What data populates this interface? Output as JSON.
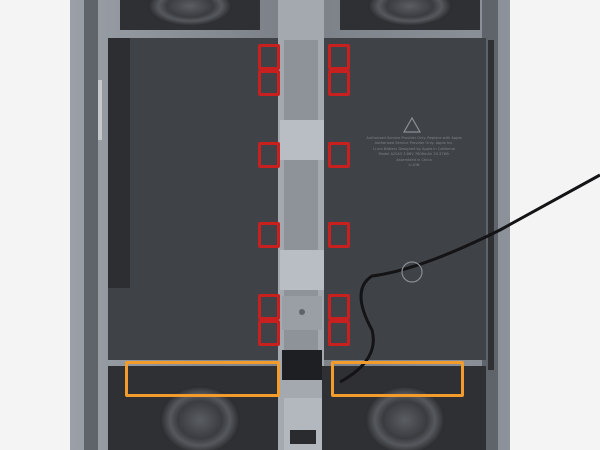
{
  "photo": {
    "subject": "tablet-internals-battery-adhesive",
    "colors": {
      "chassis": "#7b7f86",
      "battery": "#3d4045",
      "board": "#2b2d31",
      "speaker": "#2a2b2e",
      "cable": "#141416"
    }
  },
  "markers": {
    "strip_color": "#c8201e",
    "bar_color": "#f39c2b"
  },
  "battery_label": {
    "lines": [
      "Authorized Service Provider Only. Replace with Apple",
      "Authorised Service Provider Only. Apple Inc.",
      "Li-ion Battery Designed by Apple in California",
      "Model A2043 3.86V 7606mAh 29.37Wh",
      "Assembled in China",
      "LI-ION"
    ]
  }
}
